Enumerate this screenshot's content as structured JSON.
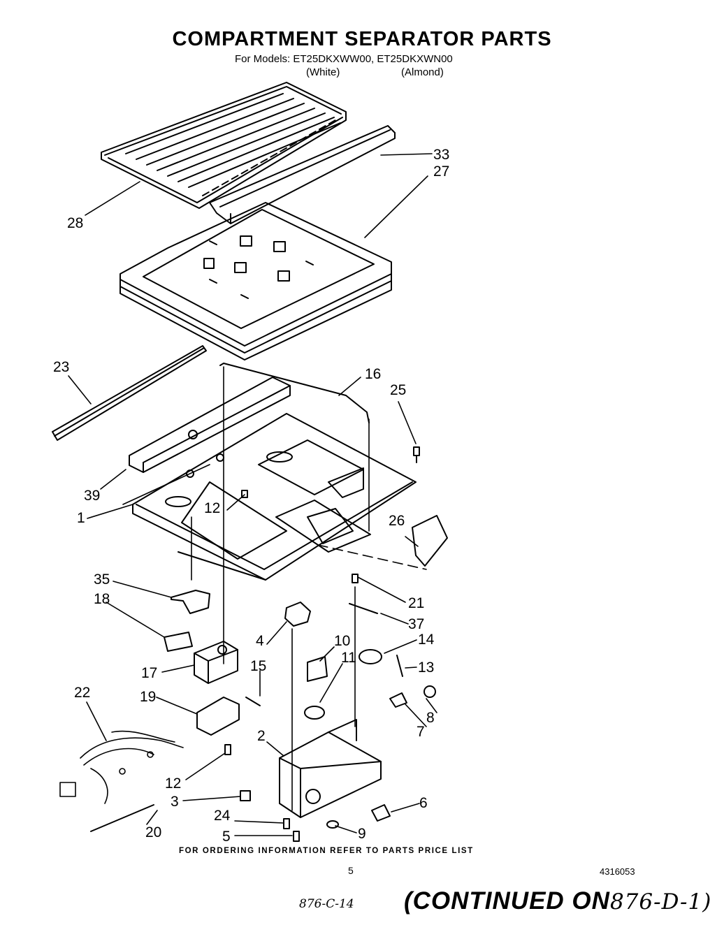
{
  "header": {
    "title": "COMPARTMENT SEPARATOR PARTS",
    "models": "For Models: ET25DKXWW00, ET25DKXWN00",
    "variant_white": "(White)",
    "variant_almond": "(Almond)"
  },
  "callouts": {
    "c33": "33",
    "c27": "27",
    "c28": "28",
    "c23": "23",
    "c16": "16",
    "c25": "25",
    "c39": "39",
    "c12a": "12",
    "c1": "1",
    "c26": "26",
    "c35": "35",
    "c18": "18",
    "c21": "21",
    "c37": "37",
    "c4": "4",
    "c10": "10",
    "c14": "14",
    "c11": "11",
    "c13": "13",
    "c17": "17",
    "c15": "15",
    "c22": "22",
    "c19": "19",
    "c8": "8",
    "c7": "7",
    "c2": "2",
    "c12b": "12",
    "c3": "3",
    "c6": "6",
    "c24": "24",
    "c20": "20",
    "c9": "9",
    "c5": "5"
  },
  "footer": {
    "ordering": "FOR ORDERING INFORMATION REFER TO PARTS PRICE LIST",
    "page_number": "5",
    "doc_number": "4316053",
    "handwritten_ref": "876-C-14",
    "continued_label": "(CONTINUED ON",
    "continued_ref": "876-D-1)"
  }
}
